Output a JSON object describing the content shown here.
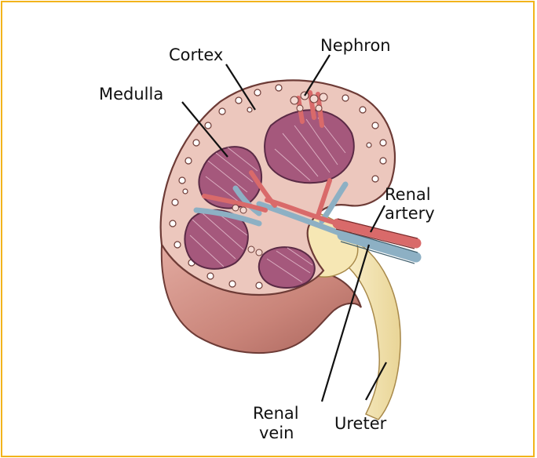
{
  "diagram": {
    "labels": {
      "cortex": "Cortex",
      "nephron": "Nephron",
      "medulla": "Medulla",
      "renal_artery_line1": "Renal",
      "renal_artery_line2": "artery",
      "renal_vein_line1": "Renal",
      "renal_vein_line2": "vein",
      "ureter": "Ureter"
    },
    "colors": {
      "frame": "#f2b41c",
      "kidney_outer": "#cf8f86",
      "cortex": "#ecc7bd",
      "medulla_pyramid": "#a5587c",
      "renal_artery": "#d96a6a",
      "renal_vein": "#8db0c4",
      "ureter": "#f6e7b4"
    }
  }
}
